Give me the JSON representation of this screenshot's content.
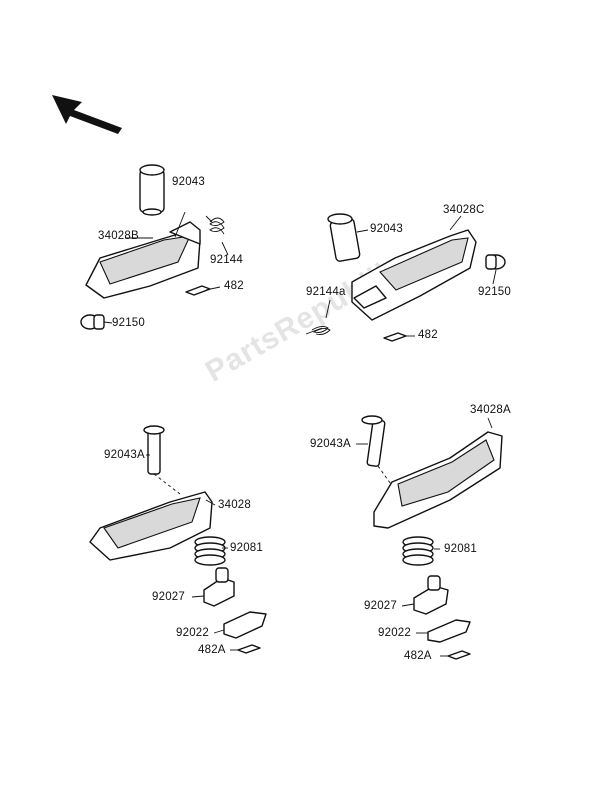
{
  "watermark": "PartsRepublik",
  "labels": {
    "l1": "92043",
    "l2": "34028B",
    "l3": "92144",
    "l4": "482",
    "l5": "92150",
    "l6": "92043",
    "l7": "34028C",
    "l8": "92150",
    "l9": "92144a",
    "l10": "482",
    "l11": "92043A",
    "l12": "34028",
    "l13": "92081",
    "l14": "92027",
    "l15": "92022",
    "l16": "482A",
    "l17": "34028A",
    "l18": "92043A",
    "l19": "92081",
    "l20": "92027",
    "l21": "92022",
    "l22": "482A"
  }
}
